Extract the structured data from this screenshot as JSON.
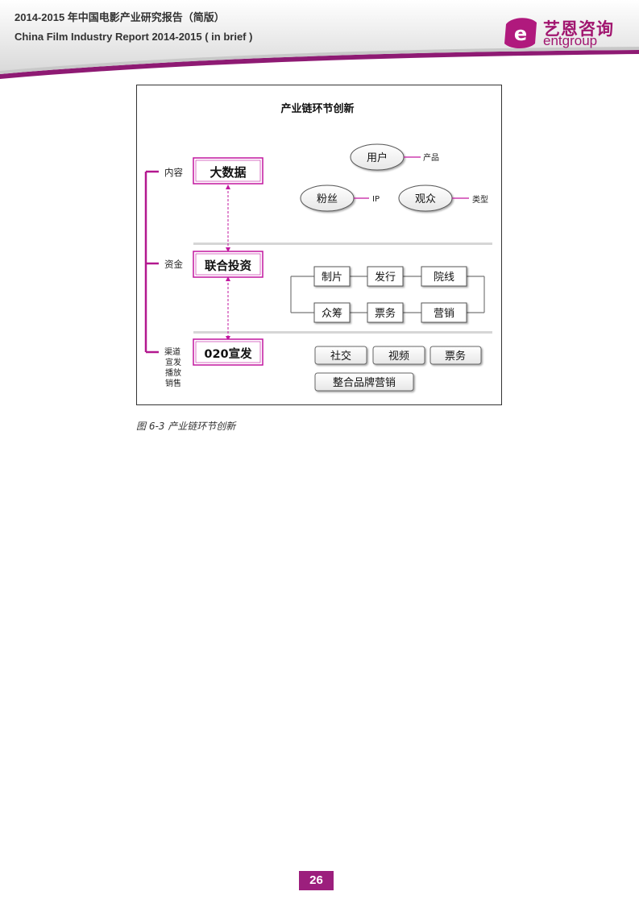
{
  "header": {
    "title_cn": "2014-2015 年中国电影产业研究报告（简版）",
    "title_en": "China Film Industry Report 2014-2015 ( in brief )",
    "logo_cn": "艺恩咨询",
    "logo_en": "entgroup"
  },
  "colors": {
    "accent": "#9c1f7d",
    "magenta": "#c2179f",
    "bracket": "#b3188f"
  },
  "diagram": {
    "title": "产业链环节创新",
    "categories": {
      "content": "内容",
      "capital": "资金",
      "channel": "渠道宣发播放销售"
    },
    "main_boxes": {
      "bigdata": "大数据",
      "joint_investment": "联合投资",
      "o2o": "020宣发"
    },
    "ovals": {
      "user": "用户",
      "fans": "粉丝",
      "audience": "观众"
    },
    "oval_tags": {
      "product": "产品",
      "ip": "IP",
      "genre": "类型"
    },
    "chain_top": [
      "制片",
      "发行",
      "院线"
    ],
    "chain_bottom": [
      "众筹",
      "票务",
      "营销"
    ],
    "channel_row1": [
      "社交",
      "视频",
      "票务"
    ],
    "channel_row2": "整合品牌营销"
  },
  "caption": "图 6-3 产业链环节创新",
  "page_number": "26"
}
